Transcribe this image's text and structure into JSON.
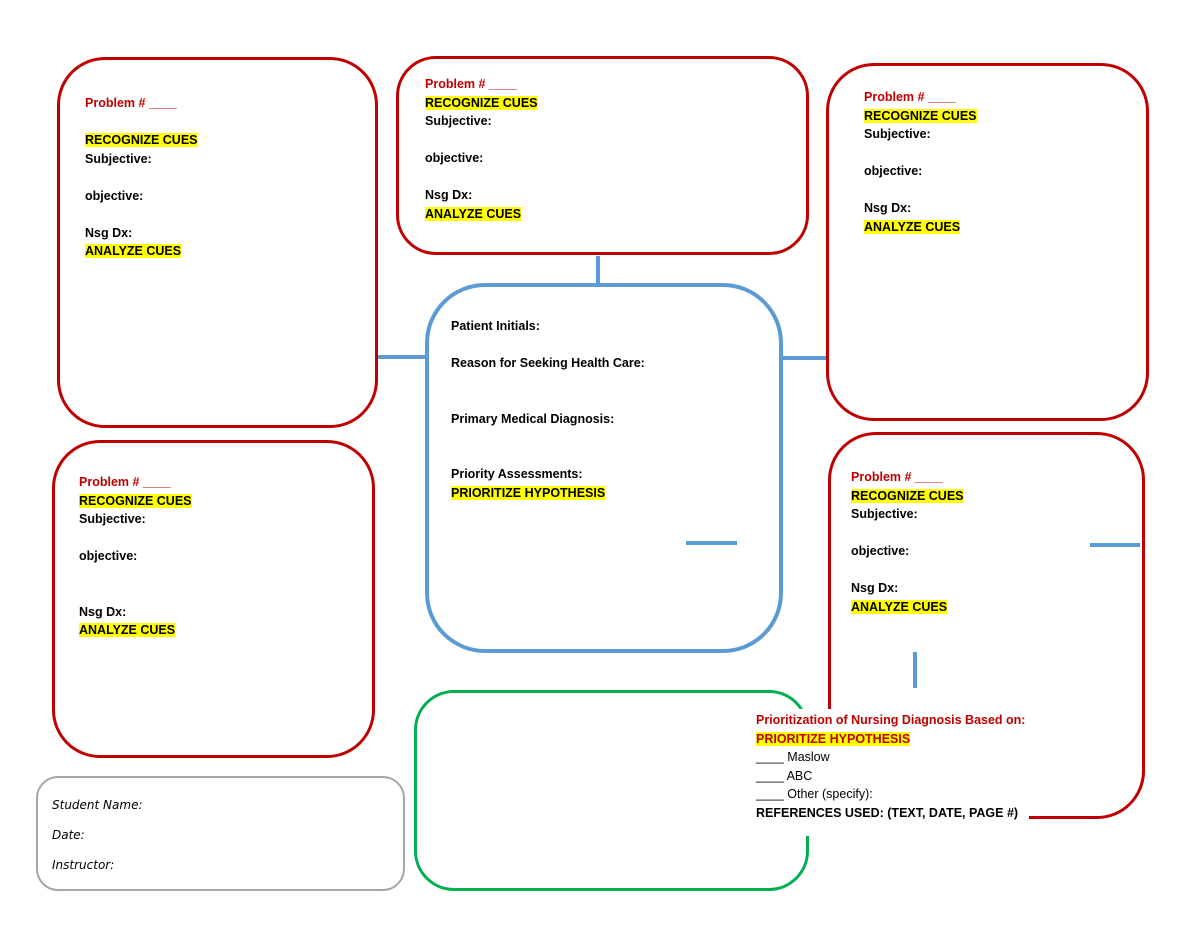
{
  "problem_boxes": [
    {
      "problem": "Problem # ____",
      "recognize": "RECOGNIZE CUES",
      "subjective": "Subjective:",
      "objective": "objective:",
      "nsgdx": "Nsg Dx:",
      "analyze": "ANALYZE CUES"
    },
    {
      "problem": "Problem # ____",
      "recognize": "RECOGNIZE CUES",
      "subjective": "Subjective:",
      "objective": "objective:",
      "nsgdx": "Nsg Dx:",
      "analyze": "ANALYZE CUES"
    },
    {
      "problem": "Problem # ____",
      "recognize": "RECOGNIZE CUES",
      "subjective": "Subjective:",
      "objective": "objective:",
      "nsgdx": "Nsg Dx:",
      "analyze": "ANALYZE CUES"
    },
    {
      "problem": "Problem # ____",
      "recognize": "RECOGNIZE CUES",
      "subjective": "Subjective:",
      "objective": "objective:",
      "nsgdx": "Nsg Dx:",
      "analyze": "ANALYZE CUES"
    },
    {
      "problem": "Problem # ____",
      "recognize": "RECOGNIZE CUES",
      "subjective": "Subjective:",
      "objective": "objective:",
      "nsgdx": "Nsg Dx:",
      "analyze": "ANALYZE CUES"
    }
  ],
  "center": {
    "initials": "Patient Initials:",
    "reason": "Reason for Seeking Health Care:",
    "diagnosis": "Primary Medical Diagnosis:",
    "assessments": "Priority Assessments:",
    "prioritize": "PRIORITIZE HYPOTHESIS"
  },
  "prioritization": {
    "title": "Prioritization of Nursing Diagnosis Based on:",
    "prioritize": "PRIORITIZE HYPOTHESIS",
    "maslow": "____ Maslow",
    "abc": "____ ABC",
    "other": "____ Other (specify):",
    "references": "REFERENCES USED: (TEXT, DATE, PAGE #)"
  },
  "student": {
    "name": "Student Name:",
    "date": "Date:",
    "instructor": "Instructor:"
  },
  "colors": {
    "red": "#c00000",
    "blue": "#5b9bd5",
    "green": "#00b050",
    "highlight": "#ffff00"
  }
}
